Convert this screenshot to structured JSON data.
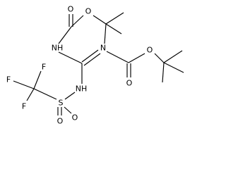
{
  "atoms": {
    "o_top_carbonyl": "O",
    "o_top_ester": "O",
    "nh_top": "NH",
    "n_imine": "N",
    "o_right_ester": "O",
    "o_right_carbonyl": "O",
    "nh_sulfonyl": "NH",
    "f_top": "F",
    "f_left": "F",
    "f_bottom": "F",
    "sulfur": "S",
    "o_sulfonyl_left": "O",
    "o_sulfonyl_right": "O"
  },
  "colors": {
    "bond": "#000000",
    "label": "#000000",
    "background": "#ffffff"
  }
}
